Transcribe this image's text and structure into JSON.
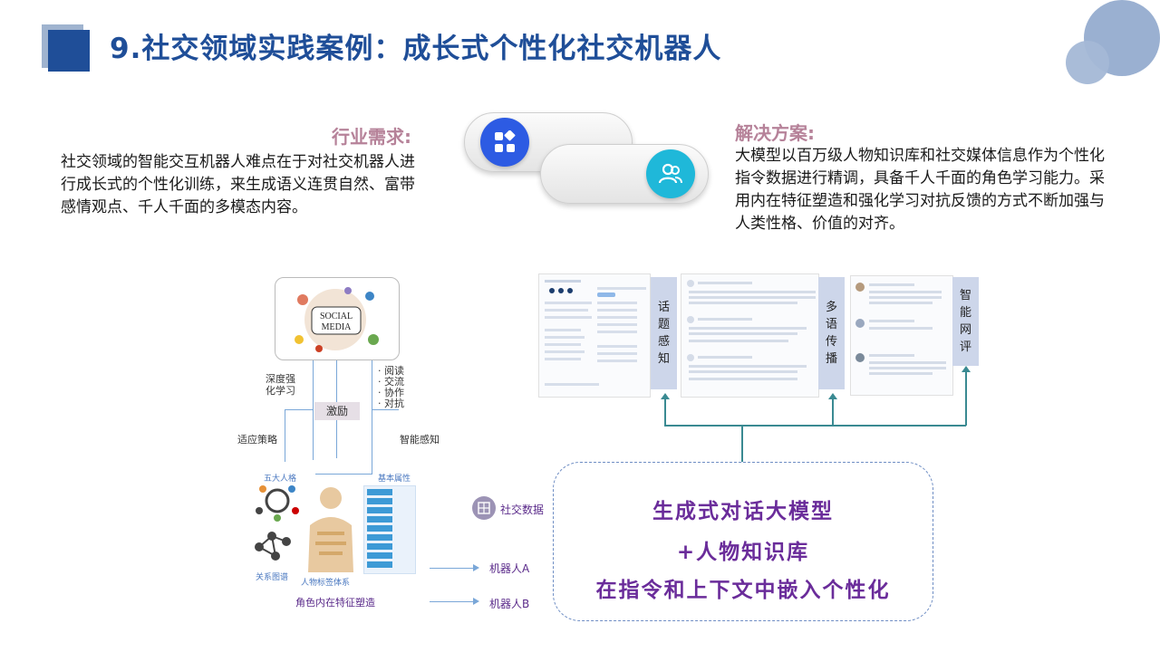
{
  "title": "9.社交领域实践案例：成长式个性化社交机器人",
  "industry_need": {
    "heading": "行业需求:",
    "text": "社交领域的智能交互机器人难点在于对社交机器人进行成长式的个性化训练，来生成语义连贯自然、富带感情观点、千人千面的多模态内容。"
  },
  "solution": {
    "heading": "解决方案:",
    "text": "大模型以百万级人物知识库和社交媒体信息作为个性化指令数据进行精调，具备千人千面的角色学习能力。采用内在特征塑造和强化学习对抗反馈的方式不断加强与人类性格、价值的对齐。"
  },
  "diagram": {
    "social_media_image": "SOCIAL MEDIA",
    "deep_rl": "深度强化学习",
    "actions": [
      "阅读",
      "交流",
      "协作",
      "对抗"
    ],
    "incentive": "激励",
    "adaptive_strategy": "适应策略",
    "smart_perception": "智能感知",
    "big_five": "五大人格",
    "basic_attr": "基本属性",
    "relation_graph": "关系图谱",
    "persona_system": "人物标签体系",
    "inner_feature": "角色内在特征塑造",
    "social_data": "社交数据",
    "robot_a": "机器人A",
    "robot_b": "机器人B"
  },
  "tags": {
    "topic": [
      "话",
      "题",
      "感",
      "知"
    ],
    "multi_lang": [
      "多",
      "语",
      "传",
      "播"
    ],
    "smart_review": [
      "智",
      "能",
      "网",
      "评"
    ]
  },
  "model_box": {
    "line1": "生成式对话大模型",
    "line2": "+人物知识库",
    "line3": "在指令和上下文中嵌入个性化"
  },
  "colors": {
    "title": "#1f4e98",
    "heading": "#b68299",
    "model_text": "#6a2c9a",
    "icon_blue": "#2d5be3",
    "icon_cyan": "#1fb8d9"
  },
  "icons": [
    "apps-icon",
    "users-icon",
    "grid-icon"
  ]
}
